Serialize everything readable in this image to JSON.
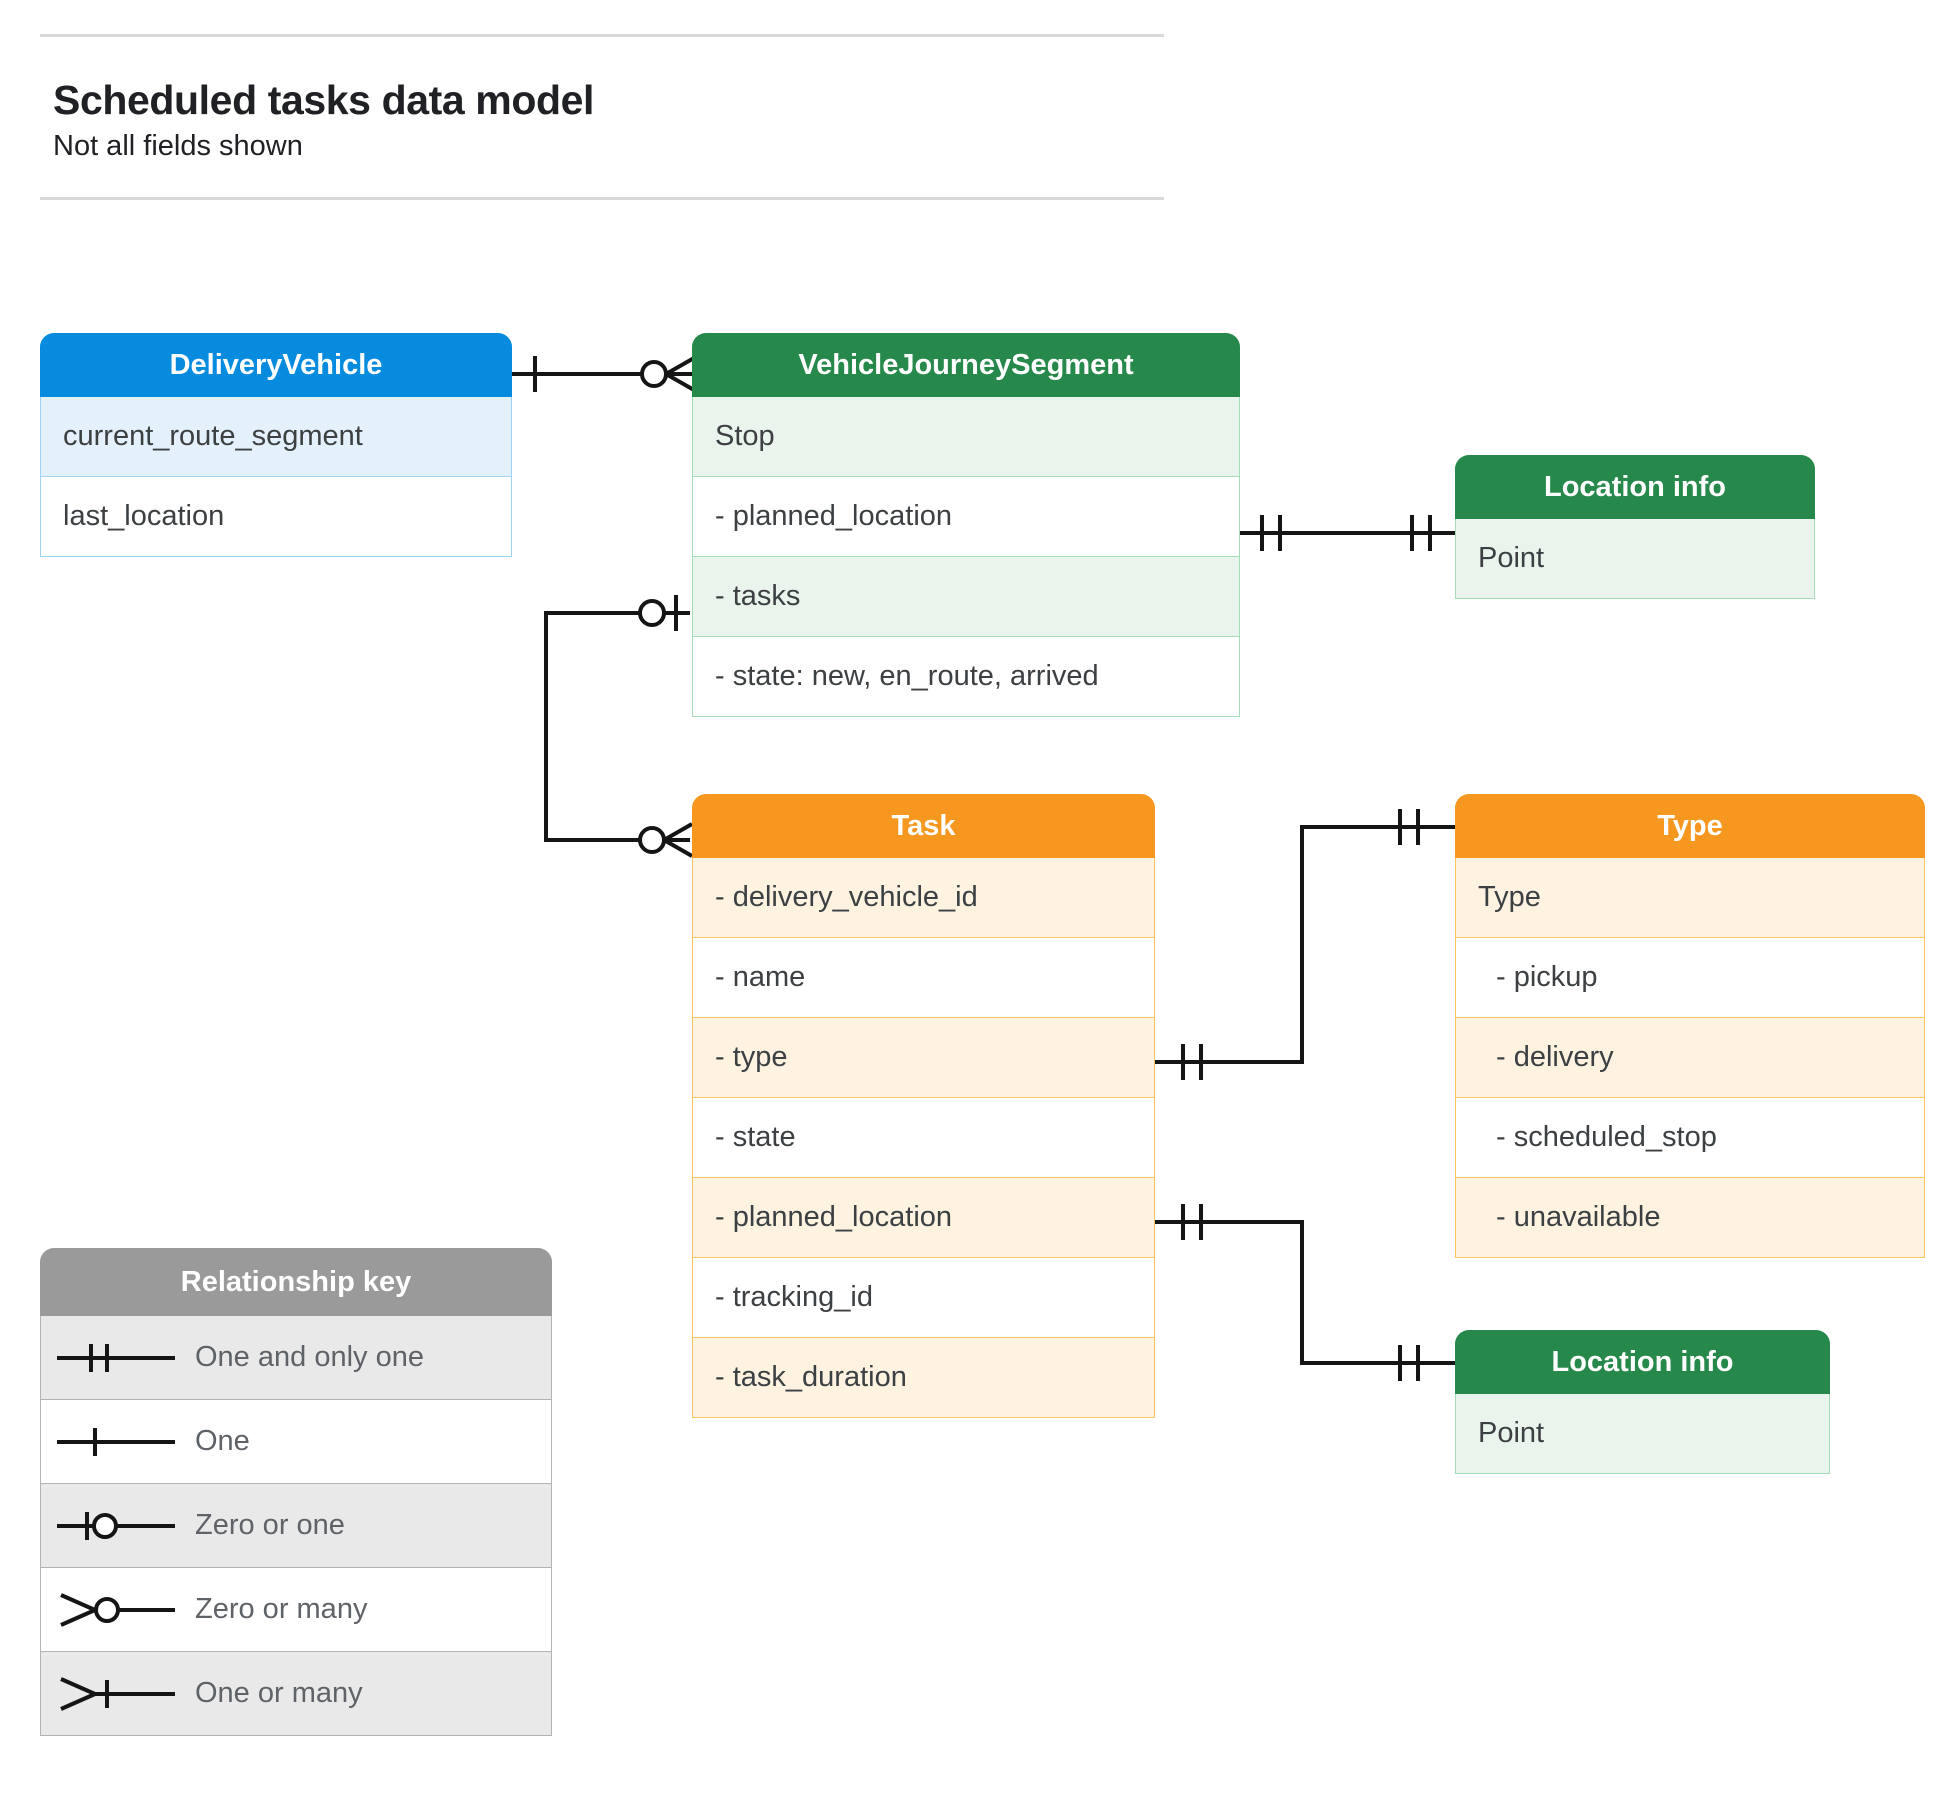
{
  "header": {
    "title": "Scheduled tasks data model",
    "subtitle": "Not all fields shown"
  },
  "colors": {
    "blue": "#068bdf",
    "blue_row": "#e4f1fc",
    "green": "#26884a",
    "green_row": "#e9f4ec",
    "orange": "#f6971f",
    "orange_row": "#fdf3e0",
    "grey": "#9a9a9a",
    "grey_row": "#e9e9e9",
    "line": "#151515"
  },
  "entities": {
    "delivery_vehicle": {
      "title": "DeliveryVehicle",
      "rows": [
        "current_route_segment",
        "last_location"
      ]
    },
    "vehicle_journey_segment": {
      "title": "VehicleJourneySegment",
      "rows": [
        "Stop",
        "-  planned_location",
        "- tasks",
        "- state: new, en_route, arrived"
      ]
    },
    "location_info_top": {
      "title": "Location info",
      "rows": [
        "Point"
      ]
    },
    "location_info_bottom": {
      "title": "Location info",
      "rows": [
        "Point"
      ]
    },
    "task": {
      "title": "Task",
      "rows": [
        "- delivery_vehicle_id",
        "- name",
        "- type",
        "- state",
        "- planned_location",
        "- tracking_id",
        "- task_duration"
      ]
    },
    "type": {
      "title": "Type",
      "rows": [
        "Type",
        "-   pickup",
        "-   delivery",
        "-   scheduled_stop",
        "-   unavailable"
      ]
    }
  },
  "legend": {
    "title": "Relationship key",
    "items": [
      {
        "symbol": "one-and-only-one-symbol",
        "label": "One and only one"
      },
      {
        "symbol": "one-symbol",
        "label": "One"
      },
      {
        "symbol": "zero-or-one-symbol",
        "label": "Zero or one"
      },
      {
        "symbol": "zero-or-many-symbol",
        "label": "Zero or many"
      },
      {
        "symbol": "one-or-many-symbol",
        "label": "One or many"
      }
    ]
  },
  "relationships": [
    {
      "from": "DeliveryVehicle",
      "from_cardinality": "One",
      "to": "VehicleJourneySegment",
      "to_cardinality": "Zero or many"
    },
    {
      "from": "VehicleJourneySegment.planned_location",
      "from_cardinality": "One and only one",
      "to": "Location info",
      "to_cardinality": "One and only one"
    },
    {
      "from": "VehicleJourneySegment.tasks",
      "from_cardinality": "Zero or one",
      "to": "Task",
      "to_cardinality": "Zero or many"
    },
    {
      "from": "Task.type",
      "from_cardinality": "One and only one",
      "to": "Type",
      "to_cardinality": "One and only one"
    },
    {
      "from": "Task.planned_location",
      "from_cardinality": "One and only one",
      "to": "Location info",
      "to_cardinality": "One and only one"
    }
  ]
}
